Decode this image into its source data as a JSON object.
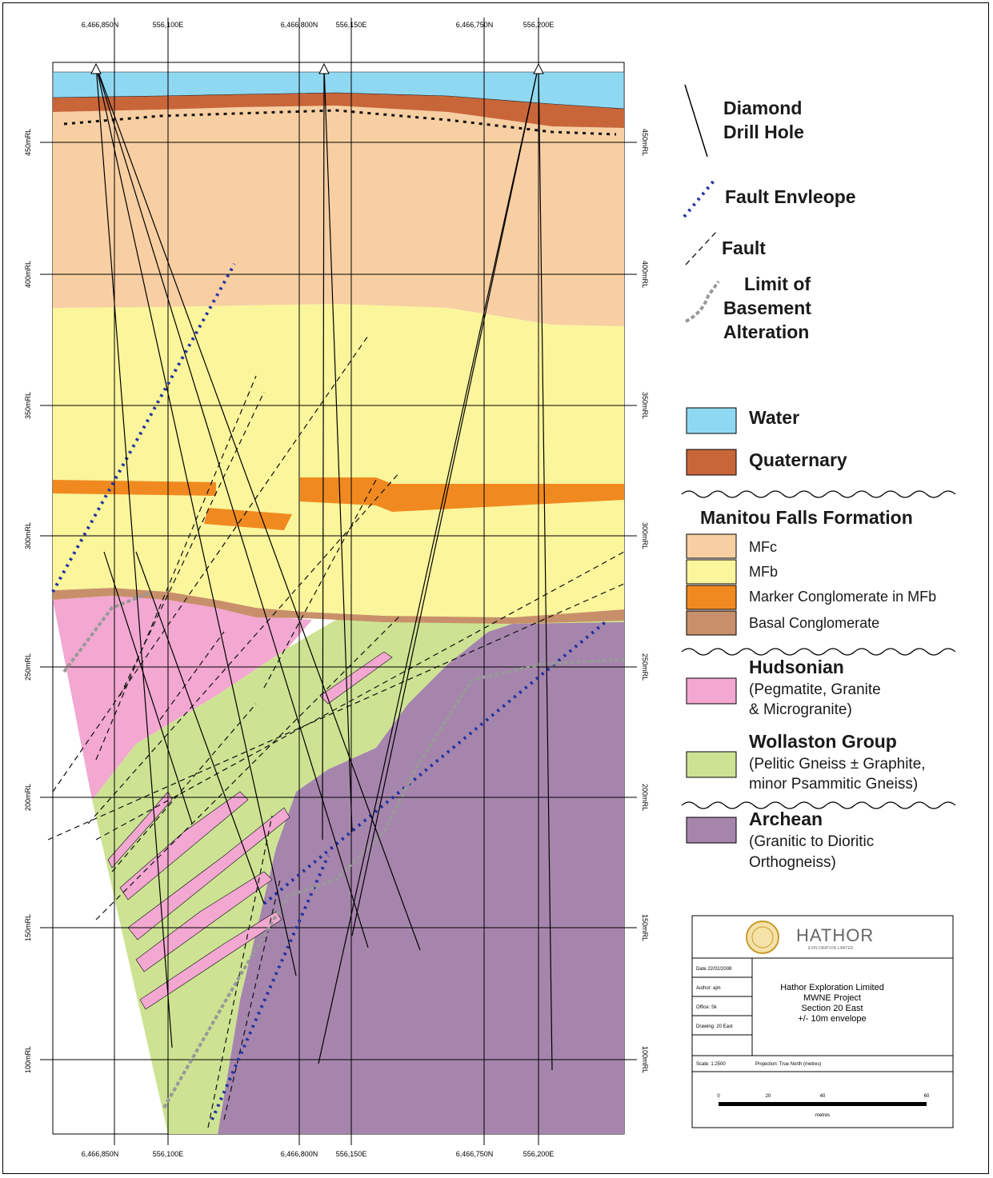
{
  "section": {
    "top_coords": [
      "6,466,850N",
      "556,100E",
      "6,466,800N",
      "556,150E",
      "6,466,750N",
      "556,200E"
    ],
    "bottom_coords": [
      "6,466,850N",
      "556,100E",
      "6,466,800N",
      "556,150E",
      "6,466,750N",
      "556,200E"
    ],
    "elevations_left": [
      "450mRL",
      "400mRL",
      "350mRL",
      "300mRL",
      "250mRL",
      "200mRL",
      "150mRL",
      "100mRL"
    ],
    "elevations_right": [
      "450mRL",
      "400mRL",
      "350mRL",
      "300mRL",
      "250mRL",
      "200mRL",
      "150mRL",
      "100mRL"
    ]
  },
  "symbols": {
    "drill_hole": {
      "line1": "Diamond",
      "line2": "Drill Hole"
    },
    "fault_envelope": "Fault Envleope",
    "fault": "Fault",
    "basement_alteration": {
      "line1": "Limit of",
      "line2": "Basement",
      "line3": "Alteration"
    }
  },
  "units": {
    "water": "Water",
    "quaternary": "Quaternary",
    "manitou_title": "Manitou Falls Formation",
    "mfc": "MFc",
    "mfb": "MFb",
    "marker": "Marker Conglomerate in MFb",
    "basal": "Basal Conglomerate",
    "hudsonian_title": "Hudsonian",
    "hudsonian_l1": "(Pegmatite, Granite",
    "hudsonian_l2": "& Microgranite)",
    "wollaston_title": "Wollaston Group",
    "wollaston_l1": "(Pelitic Gneiss ± Graphite,",
    "wollaston_l2": "minor Psammitic Gneiss)",
    "archean_title": "Archean",
    "archean_l1": "(Granitic to Dioritic",
    "archean_l2": "Orthogneiss)"
  },
  "colors": {
    "water": "#8fd8f2",
    "quaternary": "#c8663a",
    "mfc": "#f8cfa2",
    "mfb": "#fbf59c",
    "marker": "#f08a20",
    "basal": "#c8906a",
    "hudsonian": "#f2a8d0",
    "wollaston": "#cde393",
    "archean": "#a685ad",
    "fault_envelope": "#2233a0",
    "alteration": "#999999"
  },
  "title_block": {
    "logo_name": "HATHOR",
    "logo_sub": "EXPLORATION LIMITED",
    "title_l1": "Hathor Exploration Limited",
    "title_l2": "MWNE Project",
    "title_l3": "Section 20 East",
    "title_l4": "+/- 10m envelope",
    "rows": [
      "Date 22/02/2008",
      "Author: ajm",
      "Office: Sk",
      "Drawing: 20 East",
      "Scale: 1:2500"
    ],
    "projection": "Projection: True North (metres)",
    "scale_ticks": [
      "0",
      "20",
      "40",
      "60"
    ],
    "scale_unit": "metres"
  }
}
